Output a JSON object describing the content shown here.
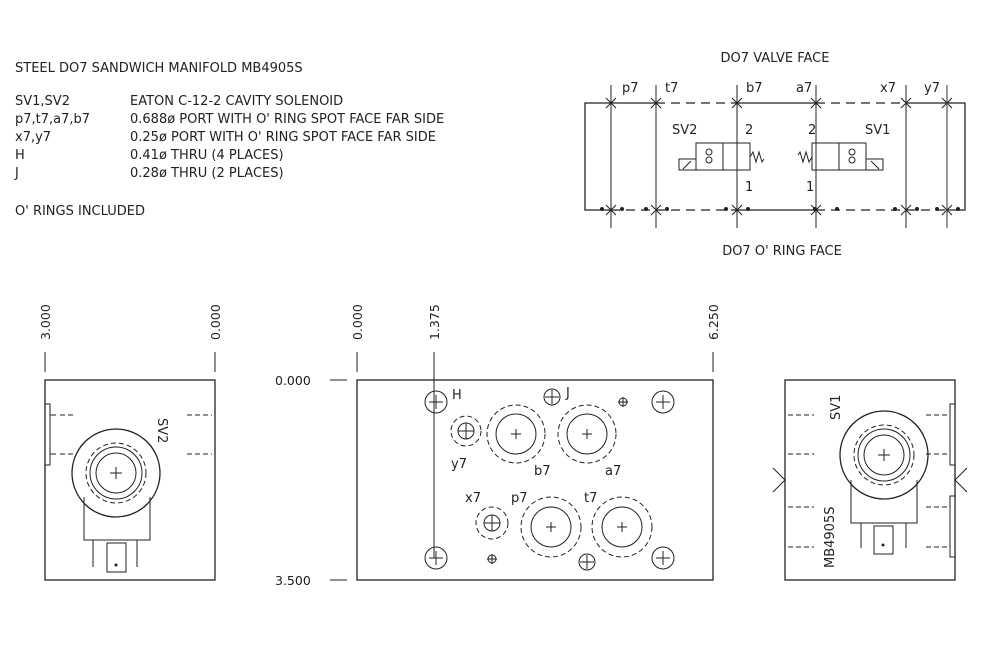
{
  "notes": {
    "title": "STEEL DO7 SANDWICH MANIFOLD MB4905S",
    "rows": [
      {
        "key": "SV1,SV2",
        "desc": "EATON C-12-2 CAVITY SOLENOID"
      },
      {
        "key": "p7,t7,a7,b7",
        "desc": "0.688ø PORT WITH O' RING SPOT FACE FAR SIDE"
      },
      {
        "key": "x7,y7",
        "desc": "0.25ø PORT WITH O' RING SPOT FACE FAR SIDE"
      },
      {
        "key": "H",
        "desc": "0.41ø THRU (4 PLACES)"
      },
      {
        "key": "J",
        "desc": "0.28ø THRU (2 PLACES)"
      }
    ],
    "footer": "O' RINGS INCLUDED"
  },
  "schematic": {
    "top_label": "DO7 VALVE FACE",
    "bottom_label": "DO7 O' RING FACE",
    "ports": [
      "p7",
      "t7",
      "b7",
      "a7",
      "x7",
      "y7"
    ],
    "sv2": "SV2",
    "sv1": "SV1",
    "port2": "2",
    "port1": "1"
  },
  "left_view": {
    "dim_left": "3.000",
    "dim_right": "0.000",
    "label": "SV2"
  },
  "center_view": {
    "dim_x": [
      "0.000",
      "1.375",
      "6.250"
    ],
    "dim_y": [
      "0.000",
      "3.500"
    ],
    "labels": {
      "H": "H",
      "J": "J",
      "y7": "y7",
      "b7": "b7",
      "a7": "a7",
      "x7": "x7",
      "p7": "p7",
      "t7": "t7"
    }
  },
  "right_view": {
    "label_sv": "SV1",
    "label_part": "MB4905S"
  }
}
